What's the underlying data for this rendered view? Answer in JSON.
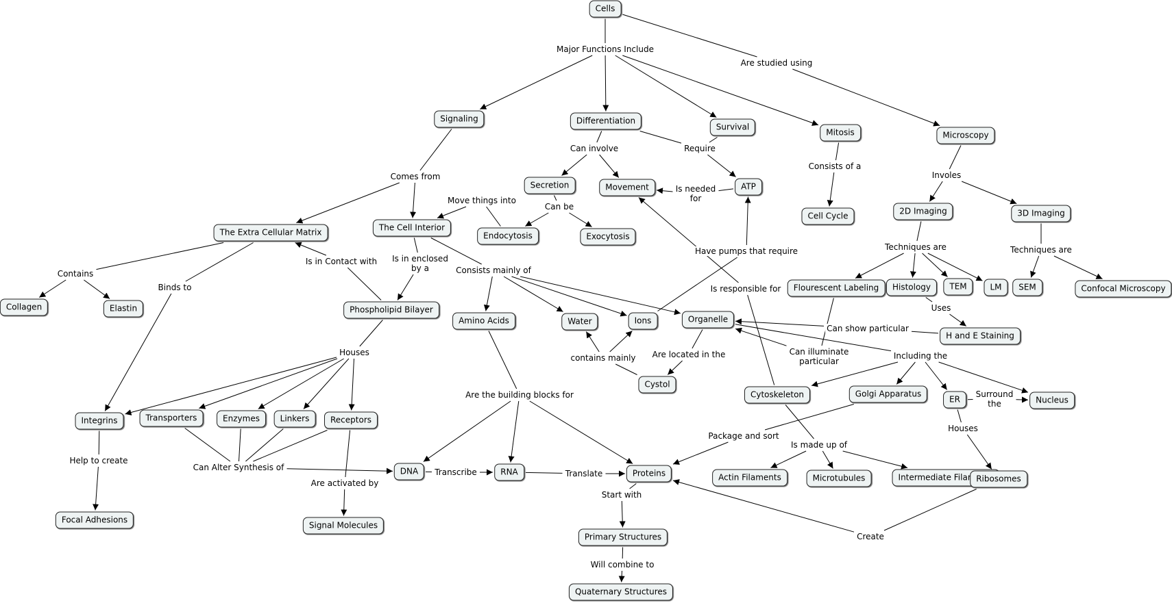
{
  "nodes": [
    {
      "id": "cells",
      "label": "Cells"
    },
    {
      "id": "signaling",
      "label": "Signaling"
    },
    {
      "id": "differentiation",
      "label": "Differentiation"
    },
    {
      "id": "survival",
      "label": "Survival"
    },
    {
      "id": "mitosis",
      "label": "Mitosis"
    },
    {
      "id": "microscopy",
      "label": "Microscopy"
    },
    {
      "id": "secretion",
      "label": "Secretion"
    },
    {
      "id": "movement",
      "label": "Movement"
    },
    {
      "id": "atp",
      "label": "ATP"
    },
    {
      "id": "cell_cycle",
      "label": "Cell Cycle"
    },
    {
      "id": "imaging_2d",
      "label": "2D Imaging"
    },
    {
      "id": "imaging_3d",
      "label": "3D Imaging"
    },
    {
      "id": "ecm",
      "label": "The Extra Cellular Matrix"
    },
    {
      "id": "cell_interior",
      "label": "The Cell Interior"
    },
    {
      "id": "endocytosis",
      "label": "Endocytosis"
    },
    {
      "id": "exocytosis",
      "label": "Exocytosis"
    },
    {
      "id": "collagen",
      "label": "Collagen"
    },
    {
      "id": "elastin",
      "label": "Elastin"
    },
    {
      "id": "phospholipid",
      "label": "Phospholipid Bilayer"
    },
    {
      "id": "amino_acids",
      "label": "Amino Acids"
    },
    {
      "id": "water",
      "label": "Water"
    },
    {
      "id": "ions",
      "label": "Ions"
    },
    {
      "id": "organelle",
      "label": "Organelle"
    },
    {
      "id": "fluorescent",
      "label": "Flourescent Labeling"
    },
    {
      "id": "histology",
      "label": "Histology"
    },
    {
      "id": "tem",
      "label": "TEM"
    },
    {
      "id": "lm",
      "label": "LM"
    },
    {
      "id": "sem",
      "label": "SEM"
    },
    {
      "id": "confocal",
      "label": "Confocal Microscopy"
    },
    {
      "id": "he_staining",
      "label": "H and E Staining"
    },
    {
      "id": "cystol",
      "label": "Cystol"
    },
    {
      "id": "cytoskeleton",
      "label": "Cytoskeleton"
    },
    {
      "id": "golgi",
      "label": "Golgi Apparatus"
    },
    {
      "id": "er",
      "label": "ER"
    },
    {
      "id": "nucleus",
      "label": "Nucleus"
    },
    {
      "id": "integrins",
      "label": "Integrins"
    },
    {
      "id": "transporters",
      "label": "Transporters"
    },
    {
      "id": "enzymes",
      "label": "Enzymes"
    },
    {
      "id": "linkers",
      "label": "Linkers"
    },
    {
      "id": "receptors",
      "label": "Receptors"
    },
    {
      "id": "dna",
      "label": "DNA"
    },
    {
      "id": "rna",
      "label": "RNA"
    },
    {
      "id": "proteins",
      "label": "Proteins"
    },
    {
      "id": "actin",
      "label": "Actin Filaments"
    },
    {
      "id": "microtubules",
      "label": "Microtubules"
    },
    {
      "id": "intermediate",
      "label": "Intermediate Filaments"
    },
    {
      "id": "ribosomes",
      "label": "Ribosomes"
    },
    {
      "id": "focal_adhesions",
      "label": "Focal Adhesions"
    },
    {
      "id": "signal_molecules",
      "label": "Signal Molecules"
    },
    {
      "id": "primary_structures",
      "label": "Primary Structures"
    },
    {
      "id": "quaternary_structures",
      "label": "Quaternary Structures"
    }
  ],
  "link_phrases": [
    {
      "id": "major_functions",
      "text": "Major Functions Include"
    },
    {
      "id": "studied_using",
      "text": "Are studied using"
    },
    {
      "id": "comes_from",
      "text": "Comes from"
    },
    {
      "id": "can_involve",
      "text": "Can involve"
    },
    {
      "id": "require",
      "text": "Require"
    },
    {
      "id": "is_needed_for",
      "text": "Is needed\nfor"
    },
    {
      "id": "consists_of_a",
      "text": "Consists of a"
    },
    {
      "id": "involes",
      "text": "Involes"
    },
    {
      "id": "move_things_into",
      "text": "Move things into"
    },
    {
      "id": "can_be",
      "text": "Can be"
    },
    {
      "id": "contains",
      "text": "Contains"
    },
    {
      "id": "binds_to",
      "text": "Binds to"
    },
    {
      "id": "in_contact_with",
      "text": "Is in Contact with"
    },
    {
      "id": "enclosed_by",
      "text": "Is in enclosed\nby a"
    },
    {
      "id": "consists_mainly",
      "text": "Consists mainly of"
    },
    {
      "id": "have_pumps",
      "text": "Have pumps that require"
    },
    {
      "id": "responsible_for",
      "text": "Is responsible for"
    },
    {
      "id": "techniques_2d",
      "text": "Techniques are"
    },
    {
      "id": "techniques_3d",
      "text": "Techniques are"
    },
    {
      "id": "uses",
      "text": "Uses"
    },
    {
      "id": "show_particular",
      "text": "Can show particular"
    },
    {
      "id": "illuminate",
      "text": "Can illuminate\nparticular"
    },
    {
      "id": "houses_bilayer",
      "text": "Houses"
    },
    {
      "id": "contains_mainly",
      "text": "contains mainly"
    },
    {
      "id": "located_in",
      "text": "Are located in the"
    },
    {
      "id": "including_the",
      "text": "Including the"
    },
    {
      "id": "building_blocks",
      "text": "Are the building blocks for"
    },
    {
      "id": "surround_the",
      "text": "Surround\nthe"
    },
    {
      "id": "houses_er",
      "text": "Houses"
    },
    {
      "id": "package_sort",
      "text": "Package and sort"
    },
    {
      "id": "made_up_of",
      "text": "Is made up of"
    },
    {
      "id": "help_to_create",
      "text": "Help to create"
    },
    {
      "id": "alter_synthesis",
      "text": "Can Alter Synthesis of"
    },
    {
      "id": "transcribe",
      "text": "Transcribe"
    },
    {
      "id": "translate",
      "text": "Translate"
    },
    {
      "id": "activated_by",
      "text": "Are activated by"
    },
    {
      "id": "start_with",
      "text": "Start with"
    },
    {
      "id": "create",
      "text": "Create"
    },
    {
      "id": "will_combine",
      "text": "Will combine to"
    }
  ],
  "connections": [
    [
      "cells",
      "major_functions"
    ],
    [
      "cells",
      "studied_using"
    ],
    [
      "studied_using",
      "microscopy"
    ],
    [
      "major_functions",
      "signaling"
    ],
    [
      "major_functions",
      "differentiation"
    ],
    [
      "major_functions",
      "survival"
    ],
    [
      "major_functions",
      "mitosis"
    ],
    [
      "signaling",
      "comes_from"
    ],
    [
      "comes_from",
      "ecm"
    ],
    [
      "comes_from",
      "cell_interior"
    ],
    [
      "differentiation",
      "can_involve"
    ],
    [
      "can_involve",
      "secretion"
    ],
    [
      "can_involve",
      "movement"
    ],
    [
      "differentiation",
      "require"
    ],
    [
      "survival",
      "require"
    ],
    [
      "require",
      "atp"
    ],
    [
      "atp",
      "is_needed_for"
    ],
    [
      "is_needed_for",
      "movement"
    ],
    [
      "mitosis",
      "consists_of_a"
    ],
    [
      "consists_of_a",
      "cell_cycle"
    ],
    [
      "microscopy",
      "involes"
    ],
    [
      "involes",
      "imaging_2d"
    ],
    [
      "involes",
      "imaging_3d"
    ],
    [
      "endocytosis",
      "move_things_into"
    ],
    [
      "move_things_into",
      "cell_interior"
    ],
    [
      "secretion",
      "can_be"
    ],
    [
      "can_be",
      "endocytosis"
    ],
    [
      "can_be",
      "exocytosis"
    ],
    [
      "ecm",
      "contains"
    ],
    [
      "contains",
      "collagen"
    ],
    [
      "contains",
      "elastin"
    ],
    [
      "ecm",
      "binds_to"
    ],
    [
      "binds_to",
      "integrins"
    ],
    [
      "phospholipid",
      "in_contact_with"
    ],
    [
      "in_contact_with",
      "ecm"
    ],
    [
      "cell_interior",
      "enclosed_by"
    ],
    [
      "enclosed_by",
      "phospholipid"
    ],
    [
      "cell_interior",
      "consists_mainly"
    ],
    [
      "consists_mainly",
      "amino_acids"
    ],
    [
      "consists_mainly",
      "water"
    ],
    [
      "consists_mainly",
      "ions"
    ],
    [
      "consists_mainly",
      "organelle"
    ],
    [
      "ions",
      "have_pumps"
    ],
    [
      "have_pumps",
      "atp"
    ],
    [
      "cytoskeleton",
      "responsible_for"
    ],
    [
      "responsible_for",
      "movement"
    ],
    [
      "imaging_2d",
      "techniques_2d"
    ],
    [
      "techniques_2d",
      "fluorescent"
    ],
    [
      "techniques_2d",
      "histology"
    ],
    [
      "techniques_2d",
      "tem"
    ],
    [
      "techniques_2d",
      "lm"
    ],
    [
      "imaging_3d",
      "techniques_3d"
    ],
    [
      "techniques_3d",
      "sem"
    ],
    [
      "techniques_3d",
      "confocal"
    ],
    [
      "histology",
      "uses"
    ],
    [
      "uses",
      "he_staining"
    ],
    [
      "he_staining",
      "show_particular"
    ],
    [
      "show_particular",
      "organelle"
    ],
    [
      "fluorescent",
      "illuminate"
    ],
    [
      "illuminate",
      "organelle"
    ],
    [
      "phospholipid",
      "houses_bilayer"
    ],
    [
      "houses_bilayer",
      "integrins"
    ],
    [
      "houses_bilayer",
      "transporters"
    ],
    [
      "houses_bilayer",
      "enzymes"
    ],
    [
      "houses_bilayer",
      "linkers"
    ],
    [
      "houses_bilayer",
      "receptors"
    ],
    [
      "cystol",
      "contains_mainly"
    ],
    [
      "contains_mainly",
      "water"
    ],
    [
      "contains_mainly",
      "ions"
    ],
    [
      "organelle",
      "located_in"
    ],
    [
      "located_in",
      "cystol"
    ],
    [
      "organelle",
      "including_the"
    ],
    [
      "including_the",
      "cytoskeleton"
    ],
    [
      "including_the",
      "golgi"
    ],
    [
      "including_the",
      "er"
    ],
    [
      "including_the",
      "nucleus"
    ],
    [
      "amino_acids",
      "building_blocks"
    ],
    [
      "building_blocks",
      "dna"
    ],
    [
      "building_blocks",
      "rna"
    ],
    [
      "building_blocks",
      "proteins"
    ],
    [
      "er",
      "surround_the"
    ],
    [
      "surround_the",
      "nucleus"
    ],
    [
      "er",
      "houses_er"
    ],
    [
      "houses_er",
      "ribosomes"
    ],
    [
      "golgi",
      "package_sort"
    ],
    [
      "package_sort",
      "proteins"
    ],
    [
      "cytoskeleton",
      "made_up_of"
    ],
    [
      "made_up_of",
      "actin"
    ],
    [
      "made_up_of",
      "microtubules"
    ],
    [
      "made_up_of",
      "intermediate"
    ],
    [
      "integrins",
      "help_to_create"
    ],
    [
      "help_to_create",
      "focal_adhesions"
    ],
    [
      "transporters",
      "alter_synthesis"
    ],
    [
      "enzymes",
      "alter_synthesis"
    ],
    [
      "linkers",
      "alter_synthesis"
    ],
    [
      "receptors",
      "alter_synthesis"
    ],
    [
      "alter_synthesis",
      "dna"
    ],
    [
      "dna",
      "transcribe"
    ],
    [
      "transcribe",
      "rna"
    ],
    [
      "rna",
      "translate"
    ],
    [
      "translate",
      "proteins"
    ],
    [
      "receptors",
      "activated_by"
    ],
    [
      "activated_by",
      "signal_molecules"
    ],
    [
      "proteins",
      "start_with"
    ],
    [
      "start_with",
      "primary_structures"
    ],
    [
      "ribosomes",
      "create"
    ],
    [
      "create",
      "proteins"
    ],
    [
      "primary_structures",
      "will_combine"
    ],
    [
      "will_combine",
      "quaternary_structures"
    ]
  ]
}
